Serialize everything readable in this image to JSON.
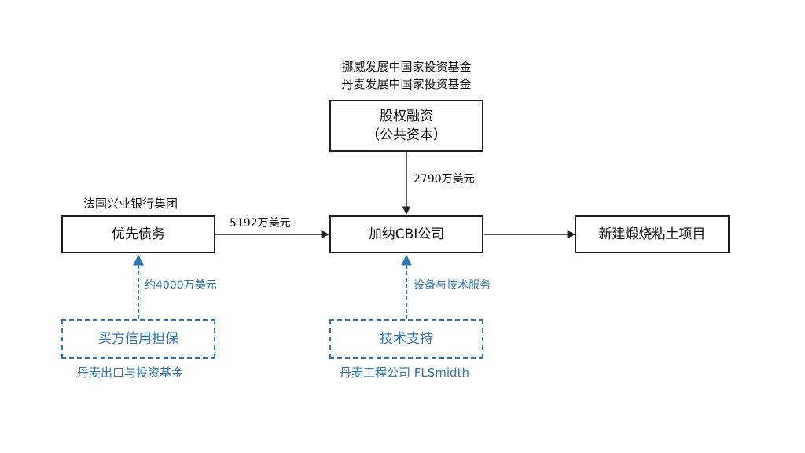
{
  "equity": {
    "funders": [
      "挪威发展中国家投资基金",
      "丹麦发展中国家投资基金"
    ],
    "box_line1": "股权融资",
    "box_line2": "（公共资本）",
    "amount": "2790万美元"
  },
  "debt": {
    "funder": "法国兴业银行集团",
    "box": "优先债务",
    "amount": "5192万美元",
    "guarantee_amount": "约4000万美元"
  },
  "company": {
    "box": "加纳CBI公司"
  },
  "project": {
    "box": "新建煅烧粘土项目"
  },
  "guarantee": {
    "box": "买方信用担保",
    "provider": "丹麦出口与投资基金"
  },
  "tech": {
    "box": "技术支持",
    "label": "设备与技术服务",
    "provider": "丹麦工程公司 FLSmidth"
  },
  "colors": {
    "line": "#1f1f1f",
    "accent": "#2e75b6"
  }
}
